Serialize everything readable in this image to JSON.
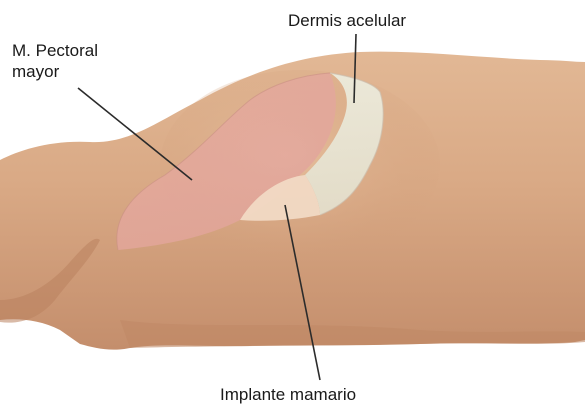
{
  "labels": {
    "dermis": "Dermis acelular",
    "pectoral_line1": "M. Pectoral",
    "pectoral_line2": "mayor",
    "implant": "Implante mamario"
  }
}
